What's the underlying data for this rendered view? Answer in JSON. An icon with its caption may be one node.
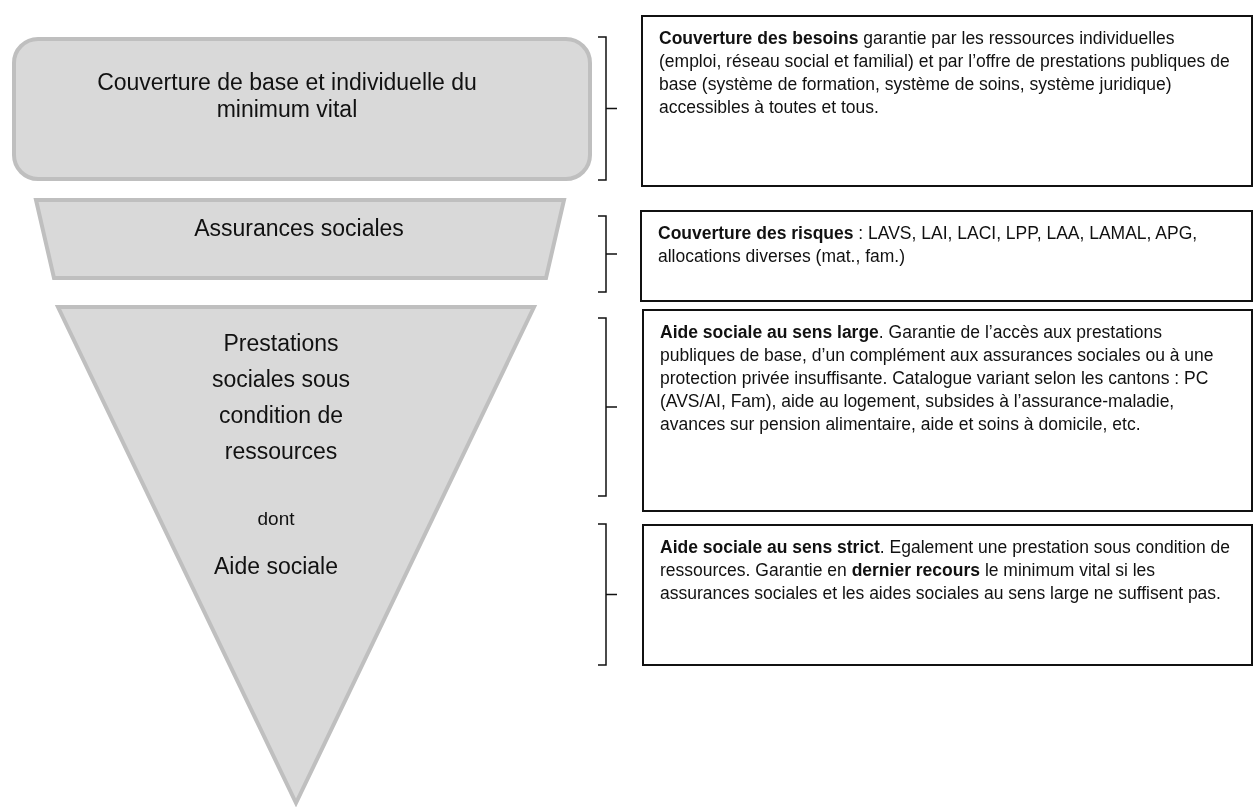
{
  "diagram": {
    "nodes": [
      {
        "text": [
          "Couverture de base et individuelle du minimum vital"
        ]
      },
      {
        "text": [
          "Assurances sociales"
        ]
      },
      {
        "text": [
          "Prestations sociales sous condition de ressources",
          "dont",
          "Aide sociale"
        ]
      },
      {
        "text": [
          "**Couverture des besoins** garantie par les ressources individuelles (emploi, réseau social et familial) et par l’offre de prestations publiques de base (système de formation, système de soins, système juridique) accessibles à toutes et tous."
        ]
      },
      {
        "text": [
          "**Couverture des risques** : LAVS, LAI, LACI, LPP, LAA, LAMAL, APG, allocations diverses (mat., fam.)"
        ]
      },
      {
        "text": [
          "**Aide sociale au sens large**. Garantie de l’accès aux prestations publiques de base, d’un complément aux assurances sociales ou à une protection privée insuffisante. Catalogue variant selon les cantons : PC (AVS/AI, Fam), aide au logement, subsides à l’assurance-maladie, avances sur pension alimentaire, aide et soins à domicile, etc."
        ]
      },
      {
        "text": [
          "**Aide sociale au sens strict**. Egalement une prestation sous condition de ressources. Garantie en **dernier recours** le minimum vital si les assurances sociales et les aides sociales au sens large ne suffisent pas."
        ]
      }
    ]
  }
}
